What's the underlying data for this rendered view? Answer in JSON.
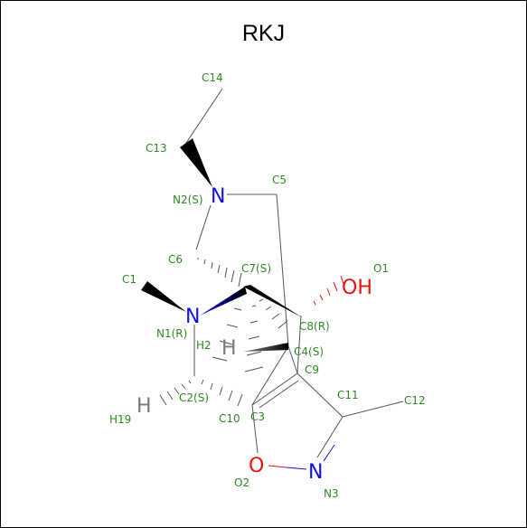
{
  "title": "RKJ",
  "colors": {
    "label": "#2e8b22",
    "nitrogen": "#1010ee",
    "oxygen": "#ee1010",
    "hydrogen": "#7a7a7a",
    "bond": "#555555",
    "wedge": "#000000"
  },
  "elements": {
    "N2": "N",
    "N1": "N",
    "N3": "N",
    "O1": "OH",
    "O2": "O",
    "H2": "H",
    "H19": "H"
  },
  "labels": {
    "C14": "C14",
    "C13": "C13",
    "N2": "N2(S)",
    "C5": "C5",
    "C6": "C6",
    "C7": "C7(S)",
    "C1": "C1",
    "O1": "O1",
    "N1": "N1(R)",
    "C8": "C8(R)",
    "H2": "H2",
    "C4": "C4(S)",
    "C9": "C9",
    "C11": "C11",
    "C12": "C12",
    "C2": "C2(S)",
    "H19": "H19",
    "C10": "C10",
    "C3": "C3",
    "O2": "O2",
    "N3": "N3"
  }
}
